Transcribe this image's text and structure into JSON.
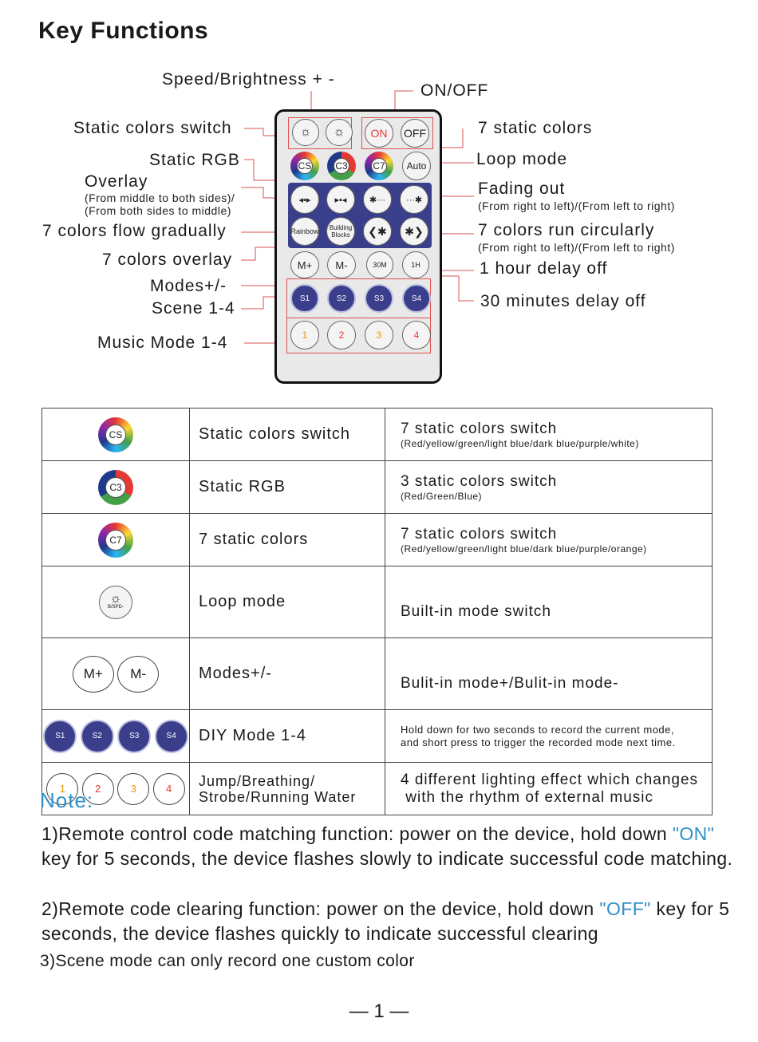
{
  "title": "Key Functions",
  "callouts": {
    "speed_brightness": "Speed/Brightness + -",
    "on_off": "ON/OFF",
    "static_colors_switch": "Static colors switch",
    "seven_static_colors": "7 static colors",
    "static_rgb": "Static RGB",
    "loop_mode": "Loop mode",
    "overlay": "Overlay",
    "overlay_sub1": "(From middle to both sides)/",
    "overlay_sub2": "(From both sides to middle)",
    "fading_out": "Fading out",
    "fading_out_sub": "(From right to left)/(From left to right)",
    "flow_gradually": "7 colors flow gradually",
    "run_circularly": "7 colors run circularly",
    "run_circularly_sub": "(From right to left)/(From left to right)",
    "colors_overlay": "7 colors overlay",
    "hour_delay": "1 hour delay off",
    "modes": "Modes+/-",
    "scene": "Scene 1-4",
    "minutes_delay": "30 minutes delay off",
    "music_mode": "Music Mode 1-4"
  },
  "remote_buttons": {
    "bspd_plus": "B/SPD+",
    "bspd_minus": "B/SPD-",
    "on": "ON",
    "off": "OFF",
    "cs": "CS",
    "c3": "C3",
    "c7": "C7",
    "auto": "Auto",
    "rainbow": "Rainbow",
    "building": "Building",
    "blocks": "Blocks",
    "m_plus": "M+",
    "m_minus": "M-",
    "t30m": "30M",
    "t1h": "1H",
    "scenes": [
      "S1",
      "S2",
      "S3",
      "S4"
    ],
    "music": [
      "1",
      "2",
      "3",
      "4"
    ]
  },
  "table": [
    {
      "icon": "CS",
      "name": "Static colors switch",
      "desc": "7 static colors switch",
      "desc_sub": "(Red/yellow/green/light blue/dark blue/purple/white)"
    },
    {
      "icon": "C3",
      "name": "Static RGB",
      "desc": "3 static colors switch",
      "desc_sub": "(Red/Green/Blue)"
    },
    {
      "icon": "C7",
      "name": "7 static colors",
      "desc": "7 static colors switch",
      "desc_sub": "(Red/yellow/green/light blue/dark blue/purple/orange)"
    },
    {
      "icon": "B/SPD-",
      "name": "Loop mode",
      "desc": "Built-in mode switch",
      "desc_sub": ""
    },
    {
      "icon_a": "M+",
      "icon_b": "M-",
      "name": "Modes+/-",
      "desc": "Bulit-in mode+/Bulit-in mode-",
      "desc_sub": ""
    },
    {
      "icons": [
        "S1",
        "S2",
        "S3",
        "S4"
      ],
      "name": "DIY Mode 1-4",
      "desc_small_1": "Hold down for two seconds to record the current mode,",
      "desc_small_2": "and short press to trigger the recorded mode next time."
    },
    {
      "icons": [
        "1",
        "2",
        "3",
        "4"
      ],
      "name_1": "Jump/Breathing/",
      "name_2": "Strobe/Running Water",
      "desc_1": "4 different lighting effect which changes",
      "desc_2": " with the rhythm of external music"
    }
  ],
  "note": {
    "heading": "Note:",
    "p1_a": "1)Remote control code matching function: power on the device, hold down",
    "p1_key": "\"ON\"",
    "p1_b": " key for 5 seconds, the device flashes slowly to indicate successful code matching.",
    "p2_a": "2)Remote code clearing function: power on the device, hold down ",
    "p2_key": "\"OFF\"",
    "p2_b": " key for 5 seconds, the device flashes quickly to indicate successful clearing",
    "p3": "3)Scene mode can only record one custom color"
  },
  "page_number": "— 1 —"
}
